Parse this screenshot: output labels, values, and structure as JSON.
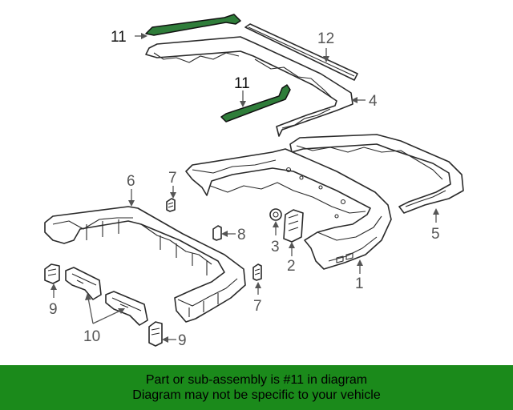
{
  "callouts": {
    "c11a": "11",
    "c11b": "11",
    "c12": "12",
    "c4": "4",
    "c6": "6",
    "c7a": "7",
    "c8": "8",
    "c3": "3",
    "c2": "2",
    "c5": "5",
    "c1": "1",
    "c9a": "9",
    "c10": "10",
    "c9b": "9",
    "c7b": "7"
  },
  "banner": {
    "line1": "Part or sub-assembly is #11 in diagram",
    "line2": "Diagram may not be specific to your vehicle",
    "color": "#1b8a1b"
  },
  "highlight_color": "#2f7d3a"
}
